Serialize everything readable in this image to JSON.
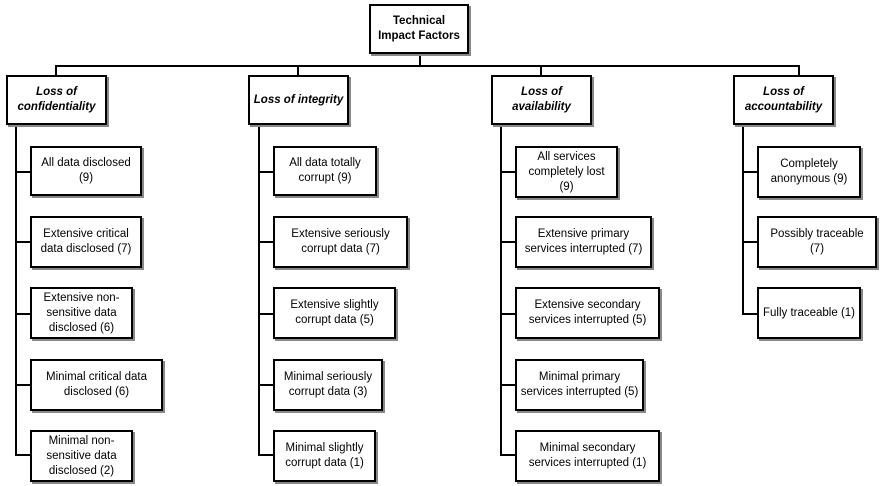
{
  "root": {
    "label": "Technical Impact Factors"
  },
  "categories": [
    {
      "label": "Loss of confidentiality",
      "items": [
        "All data disclosed (9)",
        "Extensive critical data disclosed (7)",
        "Extensive non-sensitive data disclosed (6)",
        "Minimal critical data disclosed (6)",
        "Minimal non-sensitive data disclosed (2)"
      ]
    },
    {
      "label": "Loss of integrity",
      "items": [
        "All data totally corrupt (9)",
        "Extensive seriously corrupt data (7)",
        "Extensive slightly corrupt data (5)",
        "Minimal seriously corrupt data (3)",
        "Minimal slightly corrupt data (1)"
      ]
    },
    {
      "label": "Loss of availability",
      "items": [
        "All services completely lost (9)",
        "Extensive primary services interrupted (7)",
        "Extensive secondary services interrupted (5)",
        "Minimal primary services interrupted (5)",
        "Minimal secondary services interrupted (1)"
      ]
    },
    {
      "label": "Loss of accountability",
      "items": [
        "Completely anonymous (9)",
        "Possibly traceable (7)",
        "Fully traceable (1)"
      ]
    }
  ]
}
